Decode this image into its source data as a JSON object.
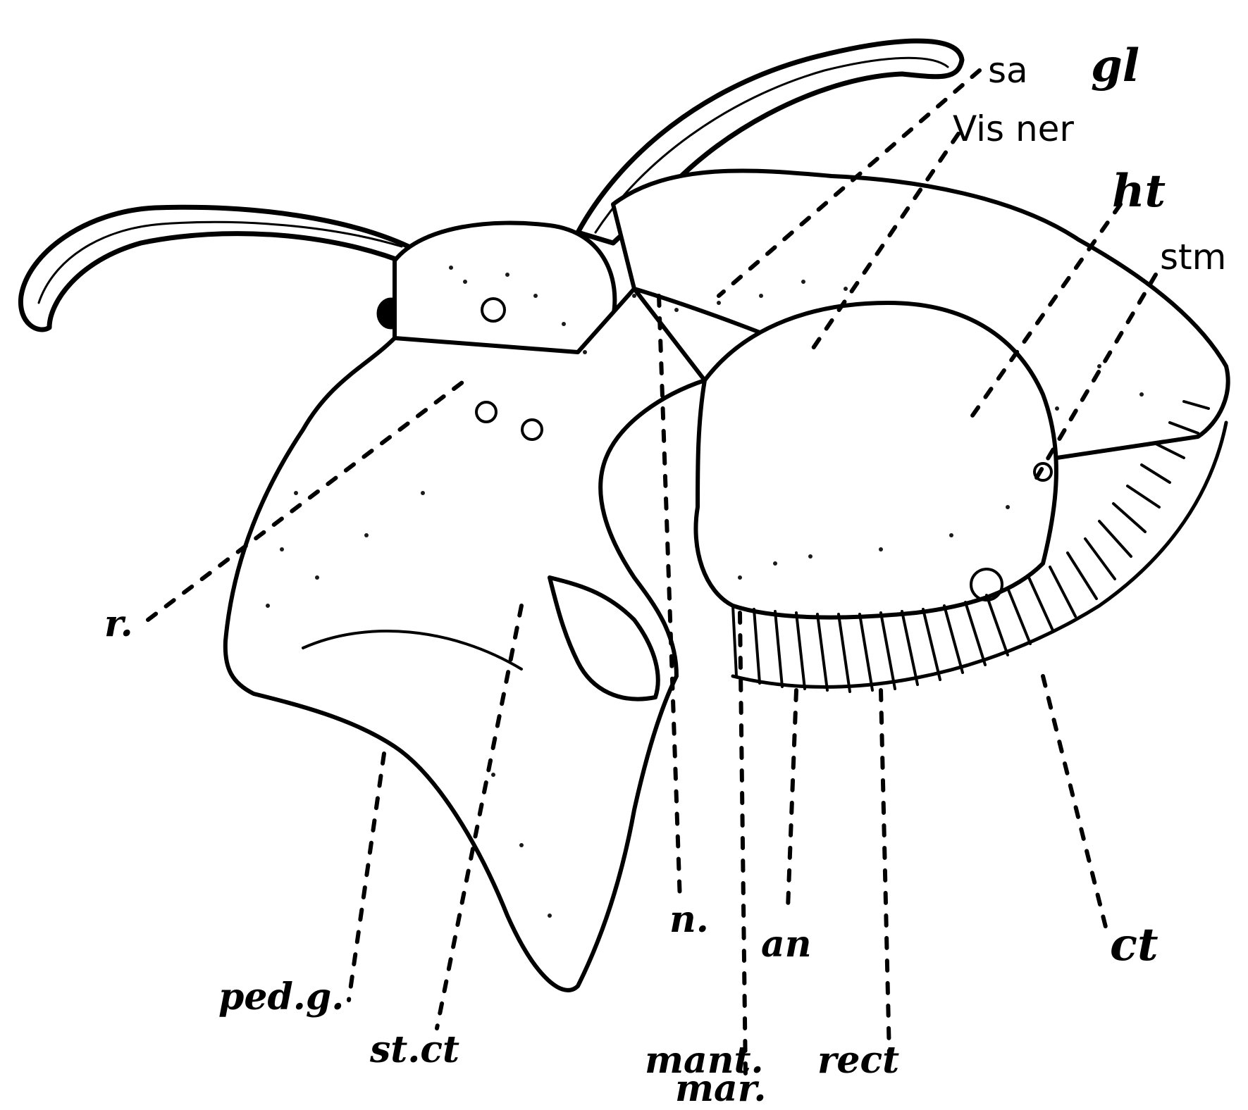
{
  "labels": {
    "sa": "sa",
    "gl": "gl",
    "vis_ner": "Vis ner",
    "ht": "ht",
    "stm": "stm",
    "r": "r.",
    "n": "n.",
    "an": "an",
    "ct": "ct",
    "ped_g": "ped.g.",
    "st_ct": "st.ct",
    "mant": "mant.",
    "mar": "mar.",
    "rect": "rect"
  },
  "colors": {
    "ink": "#000000",
    "paper": "#ffffff",
    "stipple": "#1a1a1a"
  }
}
